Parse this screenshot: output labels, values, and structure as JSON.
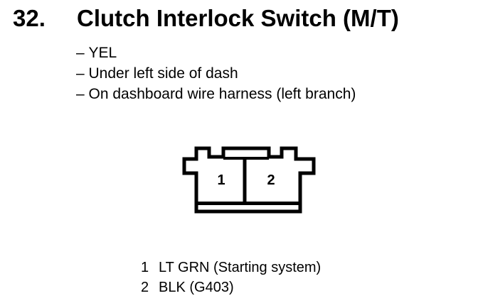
{
  "component": {
    "number": "32.",
    "title": "Clutch Interlock Switch (M/T)"
  },
  "details": [
    "YEL",
    "Under left side of dash",
    "On dashboard wire harness (left branch)"
  ],
  "connector": {
    "cavity_labels": [
      "1",
      "2"
    ]
  },
  "pins": [
    {
      "number": "1",
      "description": "LT GRN (Starting system)"
    },
    {
      "number": "2",
      "description": "BLK (G403)"
    }
  ]
}
